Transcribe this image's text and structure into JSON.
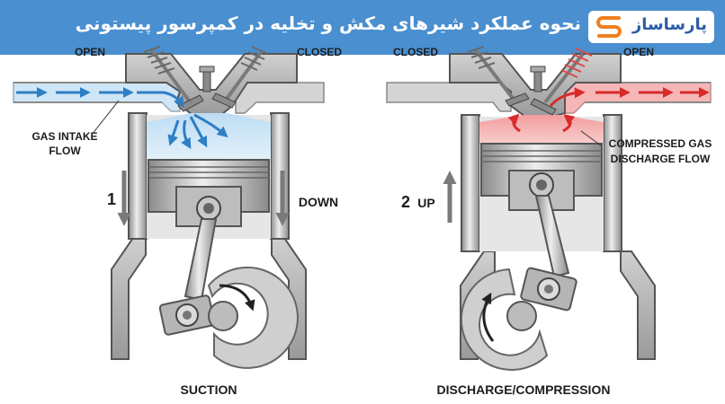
{
  "header": {
    "title": "نحوه عملکرد شیرهای مکش و تخلیه در کمپرسور پیستونی",
    "logo_text": "پارساساز"
  },
  "left_diagram": {
    "valve_left_label": "OPEN",
    "valve_right_label": "CLOSED",
    "flow_label_line1": "GAS INTAKE",
    "flow_label_line2": "FLOW",
    "step_number": "1",
    "direction_label": "DOWN",
    "caption": "SUCTION"
  },
  "right_diagram": {
    "valve_left_label": "CLOSED",
    "valve_right_label": "OPEN",
    "flow_label_line1": "COMPRESSED GAS",
    "flow_label_line2": "DISCHARGE FLOW",
    "step_number": "2",
    "direction_label": "UP",
    "caption": "DISCHARGE/COMPRESSION"
  },
  "colors": {
    "banner": "#4a8fd0",
    "intake_gas": "#cfe6f7",
    "intake_arrow": "#2f7fc4",
    "discharge_gas": "#f5b6b6",
    "discharge_arrow": "#d92a2a",
    "metal_dark": "#555555",
    "metal_mid": "#9a9a9a",
    "metal_light": "#d9d9d9"
  },
  "icons": {
    "logo": "parsasaz-logo-icon",
    "valve_spring": "valve-spring-icon",
    "flow_arrow": "flow-arrow-icon",
    "rotation_arrow": "rotation-arrow-icon",
    "stroke_arrow": "stroke-arrow-icon"
  }
}
